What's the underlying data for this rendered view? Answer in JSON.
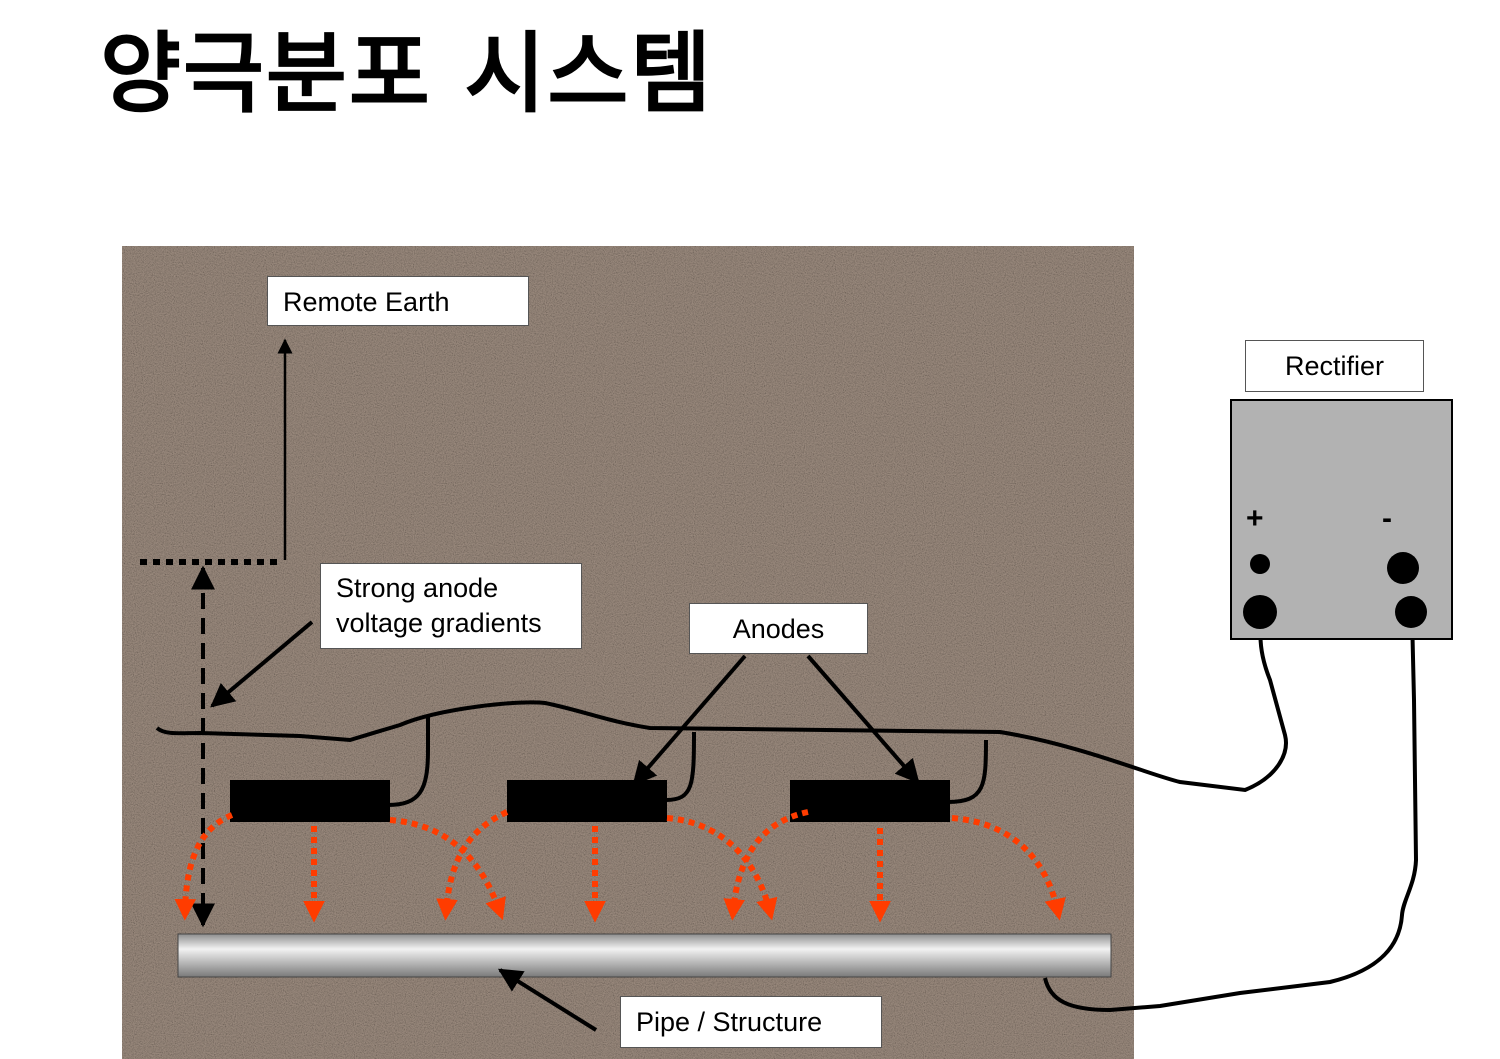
{
  "title": "양극분포 시스템",
  "labels": {
    "remote_earth": "Remote Earth",
    "gradients_line1": "Strong anode",
    "gradients_line2": "voltage gradients",
    "anodes": "Anodes",
    "pipe": "Pipe / Structure",
    "rectifier": "Rectifier"
  },
  "rectifier": {
    "positive": "+",
    "negative": "-"
  },
  "colors": {
    "soil": "#a08f82",
    "anode": "#000000",
    "current_arrows": "#ff3c00",
    "rectifier_body": "#b2b2b2",
    "pipe": "#c8c8c8"
  }
}
